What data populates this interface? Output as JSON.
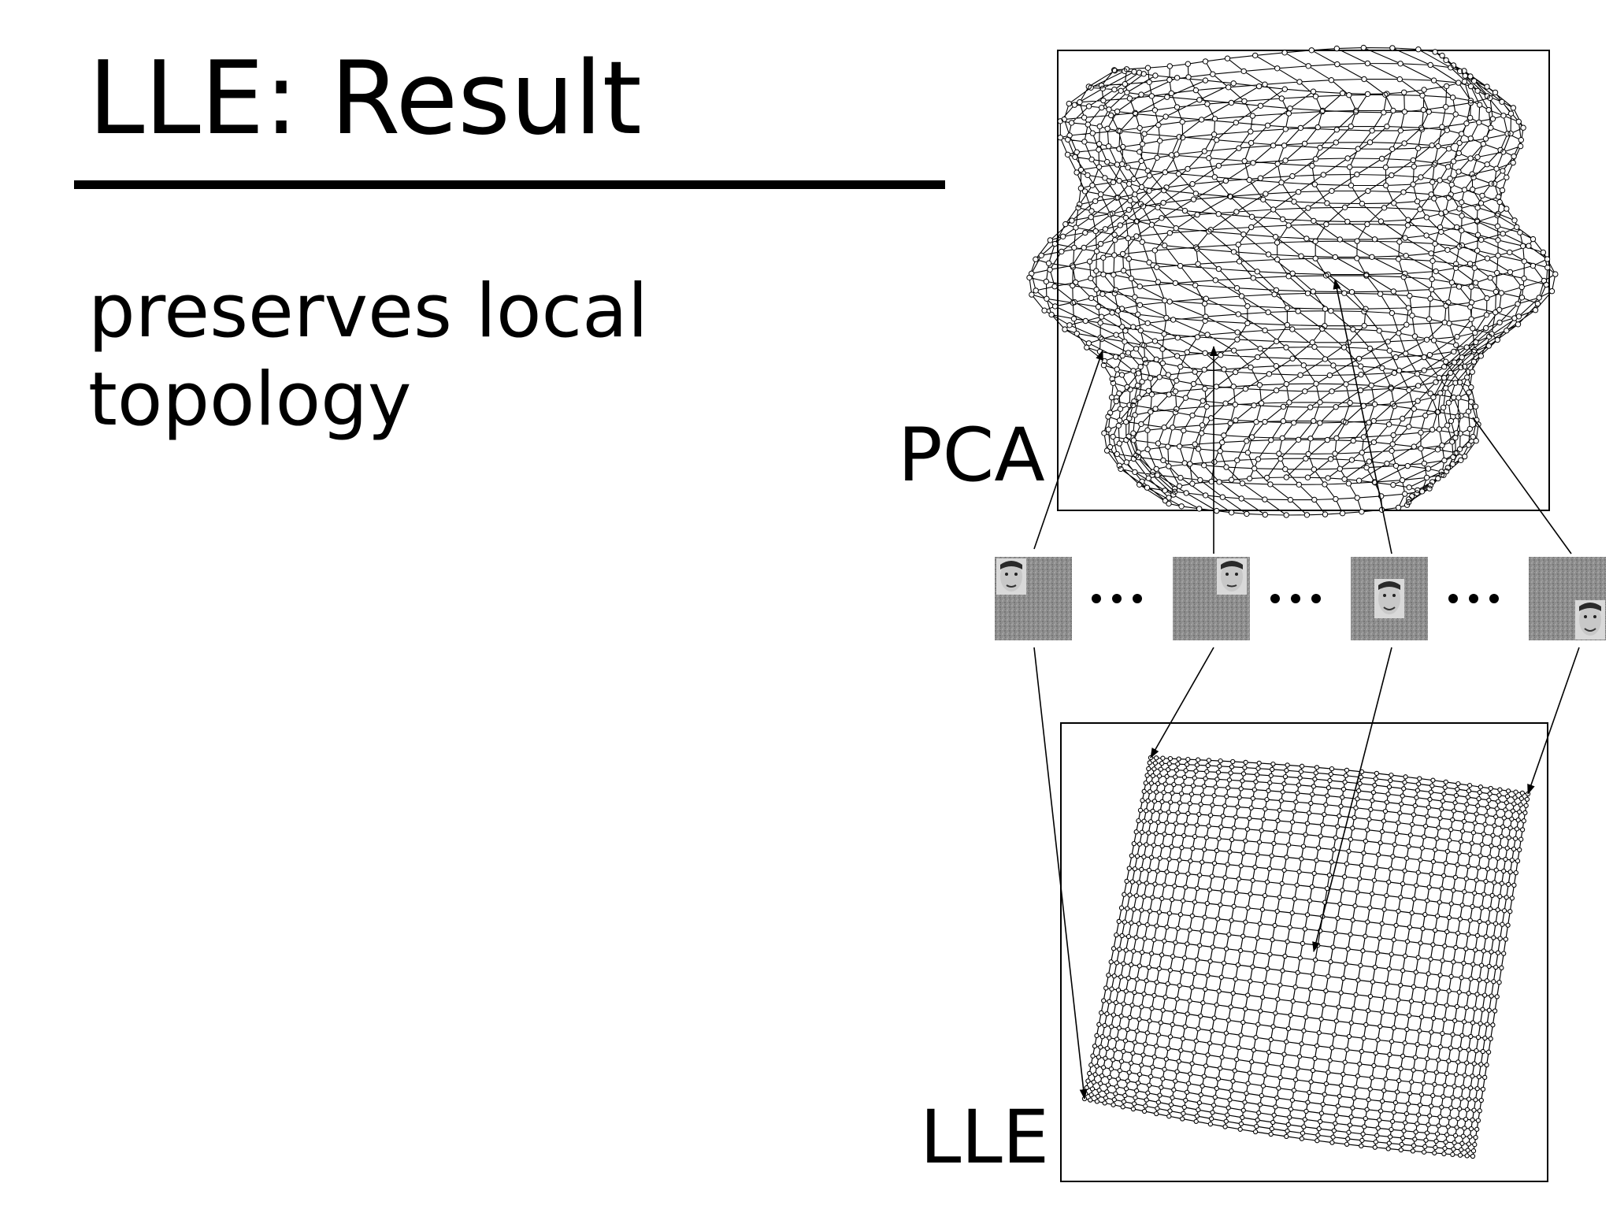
{
  "slide": {
    "title": "LLE: Result",
    "body_lines": [
      "preserves local",
      "topology"
    ]
  },
  "figure": {
    "pca_label": "PCA",
    "lle_label": "LLE",
    "face_strip": {
      "count": 4,
      "separator": "•••"
    }
  }
}
